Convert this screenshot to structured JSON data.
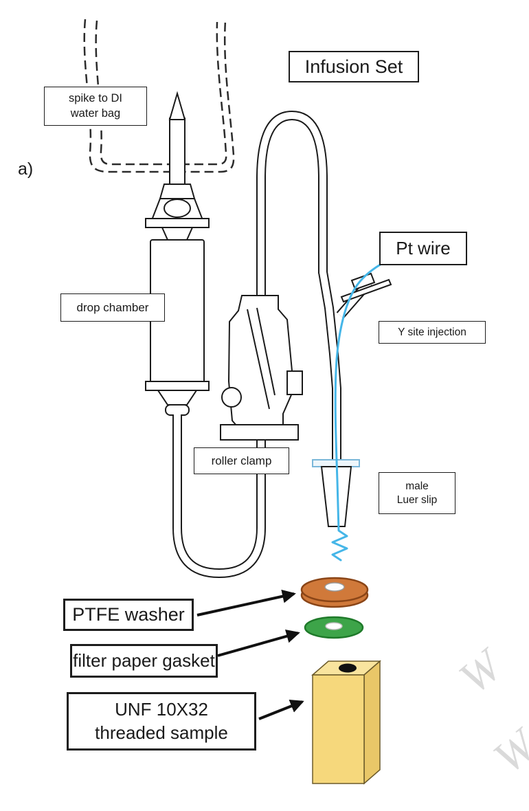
{
  "figure": {
    "panel_label": "a)",
    "title": "Infusion Set",
    "labels": {
      "spike": "spike to DI water bag",
      "drop_chamber": "drop chamber",
      "roller_clamp": "roller clamp",
      "pt_wire": "Pt wire",
      "y_site": "Y site injection",
      "luer": "male Luer slip",
      "ptfe_washer": "PTFE washer",
      "filter_gasket": "filter paper gasket",
      "sample": "UNF 10X32 threaded sample"
    },
    "colors": {
      "line": "#1a1a1a",
      "pt_wire": "#45b6e8",
      "washer": "#d0793a",
      "washer_edge": "#8a4517",
      "gasket": "#3da449",
      "gasket_edge": "#1f7a2a",
      "sample_front": "#f6d87c",
      "sample_top": "#f9e49e",
      "sample_side": "#e9c768",
      "sample_edge": "#6b5a2a",
      "luer_flange": "#7ab7d9"
    },
    "watermark": {
      "glyph1": "W",
      "glyph2": "W"
    }
  }
}
